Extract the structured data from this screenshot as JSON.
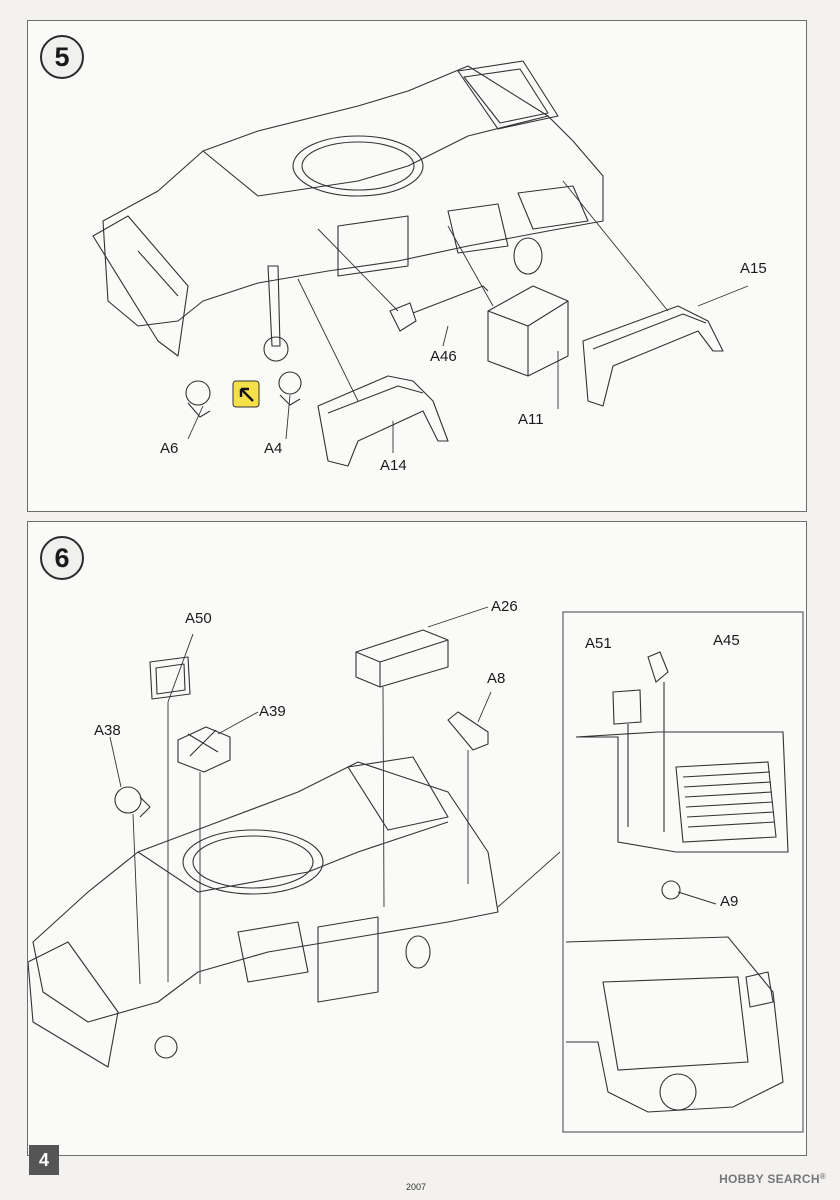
{
  "steps": {
    "step5": {
      "number": "5",
      "labels": {
        "a15": "A15",
        "a46": "A46",
        "a11": "A11",
        "a6": "A6",
        "a4": "A4",
        "a14": "A14"
      }
    },
    "step6": {
      "number": "6",
      "labels": {
        "a50": "A50",
        "a26": "A26",
        "a8": "A8",
        "a39": "A39",
        "a38": "A38",
        "a51": "A51",
        "a45": "A45",
        "a9": "A9"
      }
    }
  },
  "footer": {
    "page_number": "4",
    "code": "2007",
    "watermark": "HOBBY SEARCH",
    "watermark_mark": "®"
  },
  "colors": {
    "line": "#333333",
    "panel_border": "#6e6e6e",
    "highlight": "#f5e04a"
  },
  "icons": {
    "cement_note": "glue-arrow-icon"
  }
}
